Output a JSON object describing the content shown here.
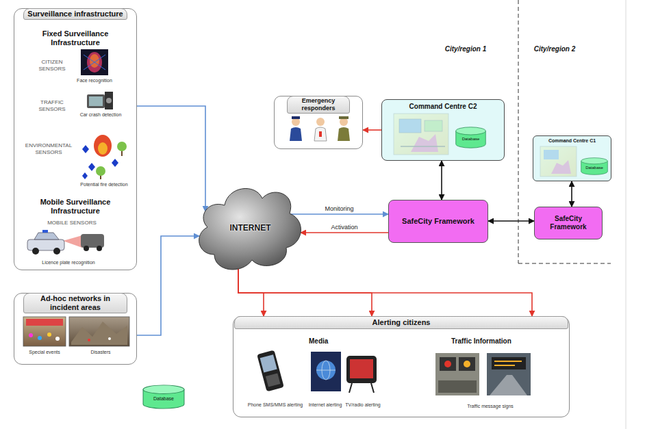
{
  "diagram": {
    "nodes": [
      {
        "text": [
          "Surveillance infrastructure",
          "Fixed Surveillance Infrastructure",
          "Mobile Surveillance Infrastructure"
        ]
      },
      {
        "text": [
          "Emergency responders"
        ]
      },
      {
        "text": [
          "Command Centre C2"
        ]
      },
      {
        "text": [
          "Database"
        ],
        "in": 2
      },
      {
        "text": [
          "Command Centre C1"
        ]
      },
      {
        "text": [
          "Database"
        ],
        "in": 4
      },
      {
        "text": [
          "INTERNET"
        ]
      },
      {
        "text": [
          "SafeCity Framework"
        ]
      },
      {
        "text": [
          "SafeCity Framework"
        ]
      },
      {
        "text": [
          "Ad-hoc networks in incident areas"
        ]
      },
      {
        "text": [
          "Alerting citizens",
          "Media",
          "Traffic Information"
        ]
      },
      {
        "text": [
          "Database"
        ]
      }
    ],
    "edges": [
      {
        "from": 0,
        "to": 6,
        "arrow": "to"
      },
      {
        "from": 9,
        "to": 6,
        "arrow": "to"
      },
      {
        "from": 6,
        "to": 7,
        "label": "Monitoring",
        "arrow": "to"
      },
      {
        "from": 7,
        "to": 6,
        "label": "Activation",
        "arrow": "to"
      },
      {
        "from": 2,
        "to": 7,
        "arrow": "both"
      },
      {
        "from": 2,
        "to": 1,
        "arrow": "to"
      },
      {
        "from": 7,
        "to": 8,
        "arrow": "both"
      },
      {
        "from": 4,
        "to": 8,
        "arrow": "both"
      },
      {
        "from": 6,
        "to": 10,
        "arrow": "to"
      },
      {
        "from": 6,
        "to": 10,
        "arrow": "to"
      },
      {
        "from": 6,
        "to": 10,
        "arrow": "to"
      }
    ],
    "labels": [
      "CITIZEN SENSORS",
      "Face recognition",
      "TRAFFIC SENSORS",
      "Car crash detection",
      "ENVIRONMENTAL SENSORS",
      "Potential fire detection",
      "MOBILE SENSORS",
      "Licence plate recognition",
      "Special events",
      "Disasters",
      "City/region 1",
      "City/region 2",
      "Phone SMS/MMS alerting",
      "Internet alerting",
      "TV/radio alerting",
      "Traffic message signs"
    ]
  }
}
